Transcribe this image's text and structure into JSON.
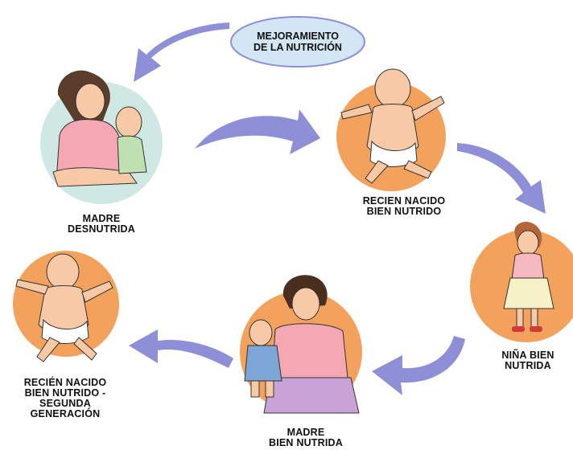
{
  "colors": {
    "orange_circle": "#F2A25C",
    "teal_circle": "#CFE8E4",
    "arrow": "#8E8FD6",
    "bubble_fill": "#D3E6F4",
    "bubble_stroke": "#8E8FD6",
    "skin": "#F7C9A6",
    "text": "#111111"
  },
  "center_bubble": {
    "line1": "MEJORAMIENTO",
    "line2": "DE LA NUTRICIÓN"
  },
  "stages": {
    "madre_desnutrida": {
      "line1": "MADRE",
      "line2": "DESNUTRIDA"
    },
    "recien_nacido": {
      "line1": "RECIEN NACIDO",
      "line2": "BIEN NUTRIDO"
    },
    "nina": {
      "line1": "NIÑA BIEN",
      "line2": "NUTRIDA"
    },
    "madre_bien": {
      "line1": "MADRE",
      "line2": "BIEN NUTRIDA"
    },
    "segunda_generacion": {
      "line1": "RECIÉN NACIDO",
      "line2": "BIEN NUTRIDO -",
      "line3": "SEGUNDA",
      "line4": "GENERACIÓN"
    }
  }
}
